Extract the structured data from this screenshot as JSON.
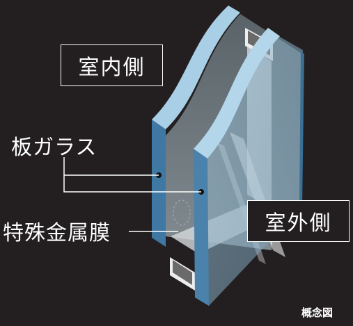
{
  "labels": {
    "indoor": "室内側",
    "outdoor": "室外側",
    "glass": "板ガラス",
    "film": "特殊金属膜",
    "note": "概念図"
  },
  "colors": {
    "background": "#231f20",
    "glass_edge": "#4a7fa6",
    "glass_face": "#7fa6bd",
    "spacer": "#e8e8e8",
    "text": "#ffffff"
  }
}
